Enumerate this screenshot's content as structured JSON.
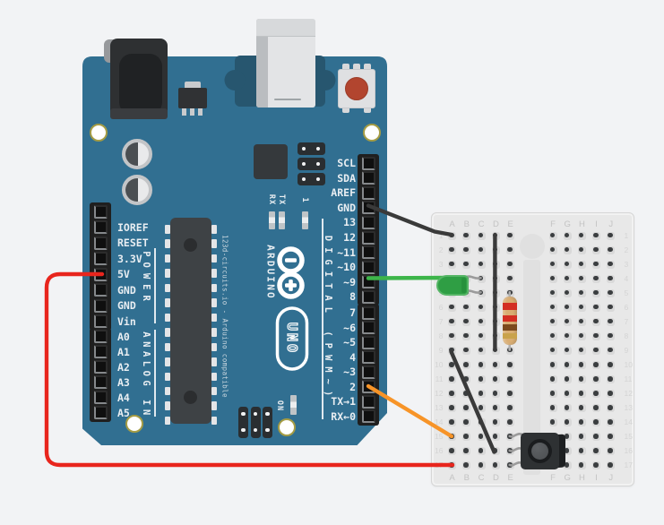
{
  "app": {
    "background_color": "#f2f3f5"
  },
  "board": {
    "color": "#316f91",
    "accent_dark": "#27566f",
    "silkscreen_color": "#e9eef2",
    "brand_note": "123d-circuits.io - Arduino compatible",
    "logo_brand": "ARDUINO",
    "logo_model": "UNO",
    "sections": {
      "power": "POWER",
      "analog": "ANALOG IN",
      "digital": "DIGITAL (PWM~)"
    },
    "status_labels": {
      "rx": "RX",
      "tx": "TX",
      "led13": "1",
      "on": "ON"
    },
    "power_pins": [
      "IOREF",
      "RESET",
      "3.3V",
      "5V",
      "GND",
      "GND",
      "Vin"
    ],
    "analog_pins": [
      "A0",
      "A1",
      "A2",
      "A3",
      "A4",
      "A5"
    ],
    "digital_pins_top": [
      "SCL",
      "SDA",
      "AREF",
      "GND",
      "13",
      "12",
      "~11",
      "~10",
      "~9",
      "8"
    ],
    "digital_pins_bottom": [
      "7",
      "~6",
      "~5",
      "4",
      "~3",
      "2",
      "TX→1",
      "RX←0"
    ],
    "reset_button_color": "#b2452f"
  },
  "breadboard": {
    "columns_left": [
      "A",
      "B",
      "C",
      "D",
      "E"
    ],
    "columns_right": [
      "F",
      "G",
      "H",
      "I",
      "J"
    ],
    "rows": [
      "1",
      "2",
      "3",
      "4",
      "5",
      "6",
      "7",
      "8",
      "9",
      "10",
      "11",
      "12",
      "13",
      "14",
      "15",
      "16",
      "17"
    ]
  },
  "components": {
    "led": {
      "kind": "green-led",
      "body_color": "#2f9e44",
      "outline_color": "#55b565",
      "edge_color": "#27913c"
    },
    "resistor": {
      "body_color": "#d9ad72",
      "bands": [
        "#d32f23",
        "#d32f23",
        "#7c4a1e",
        "#c9a24b"
      ]
    },
    "pushbutton": {
      "body_color": "#2e3133",
      "side_color": "#1d1f21",
      "ring_color": "#1a1c1e",
      "cap_color": "#515457"
    }
  },
  "wires": {
    "red": "#e8251d",
    "green": "#3db54a",
    "orange": "#f79428",
    "black": "#3a3a3a",
    "lead": "#9b9b9b",
    "resistor_lead": "#b0b0b0"
  }
}
